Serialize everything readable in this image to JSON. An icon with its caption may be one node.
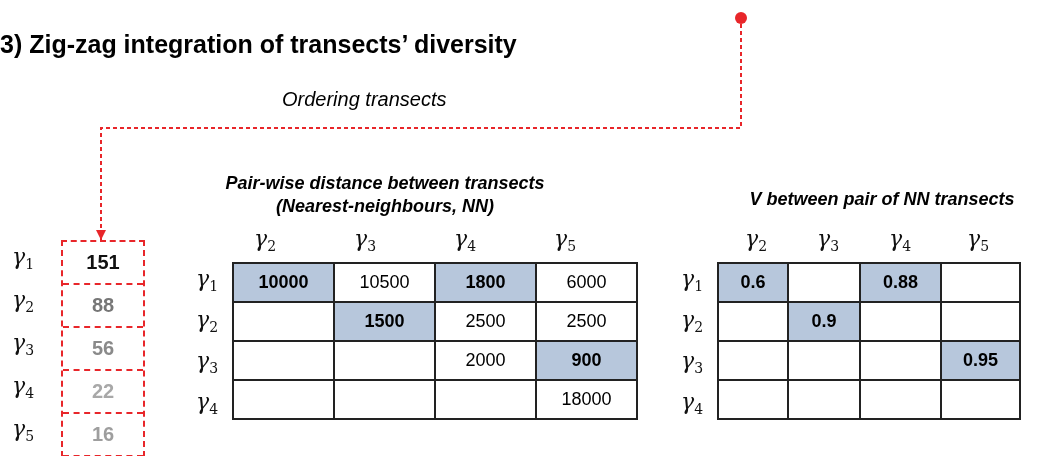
{
  "diagram": {
    "title": "3) Zig-zag integration of transects’ diversity",
    "nodes": [
      {
        "text": [],
        "shape": "circle"
      },
      {
        "text": [],
        "shape": "box"
      },
      {
        "text": [
          "151"
        ],
        "in": 1
      },
      {
        "text": [
          "88"
        ],
        "in": 1
      },
      {
        "text": [
          "56"
        ],
        "in": 1
      },
      {
        "text": [
          "22"
        ],
        "in": 1
      },
      {
        "text": [
          "16"
        ],
        "in": 1
      }
    ],
    "edges": [
      {
        "from": 0,
        "to": 1,
        "arrow": "to",
        "label": "Ordering transects",
        "style": "dashed"
      }
    ],
    "labels": [
      "γ$_{1}$",
      "γ$_{2}$",
      "γ$_{3}$",
      "γ$_{4}$",
      "γ$_{5}$",
      "Pair-wise distance between transects (Nearest-neighbours, NN)",
      "γ$_{2}$",
      "γ$_{3}$",
      "γ$_{4}$",
      "γ$_{5}$",
      "γ$_{1}$",
      "10000",
      "10500",
      "1800",
      "6000",
      "γ$_{2}$",
      "1500",
      "2500",
      "2500",
      "γ$_{3}$",
      "2000",
      "900",
      "γ$_{4}$",
      "18000",
      "V between pair of NN transects",
      "γ$_{2}$",
      "γ$_{3}$",
      "γ$_{4}$",
      "γ$_{5}$",
      "γ$_{1}$",
      "0.6",
      "0.88",
      "γ$_{2}$",
      "0.9",
      "γ$_{3}$",
      "0.95",
      "γ$_{4}$"
    ]
  }
}
